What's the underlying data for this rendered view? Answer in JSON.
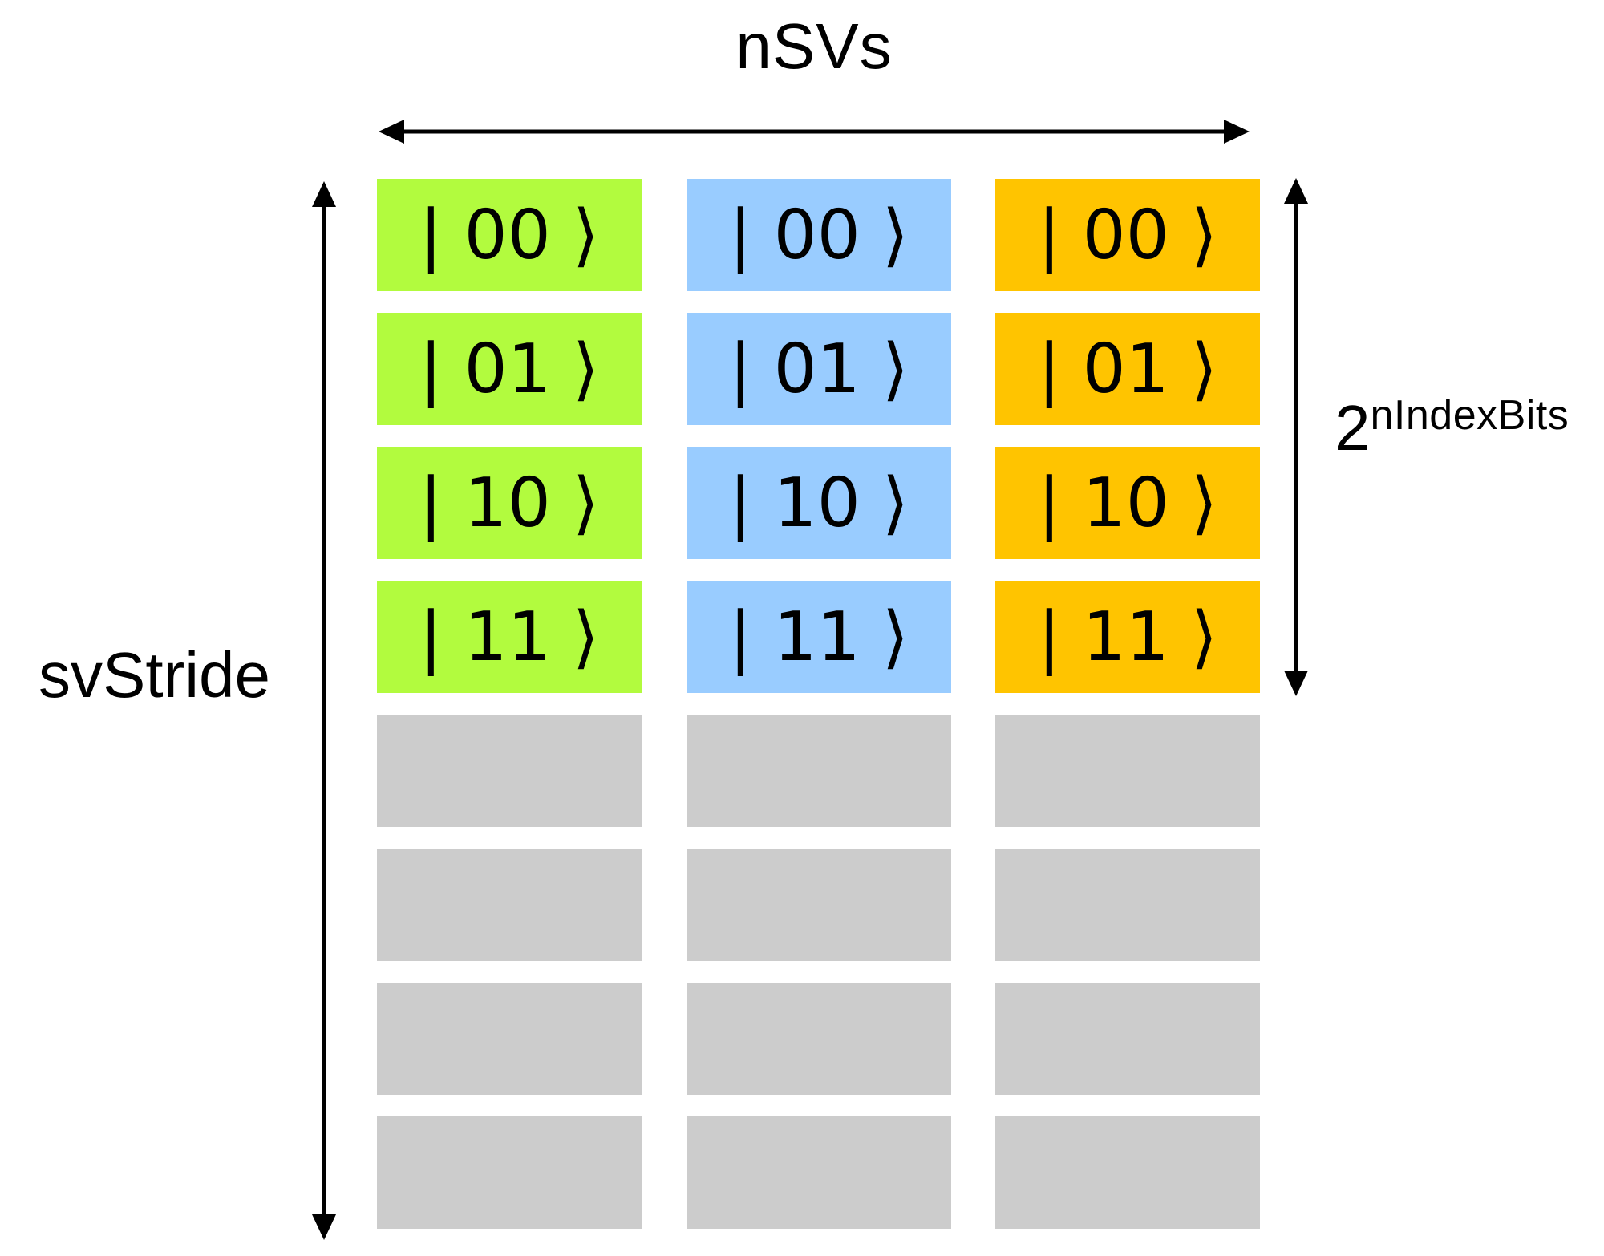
{
  "diagram": {
    "title": "nSVs",
    "stride_label": "svStride",
    "index_label": {
      "base": "2",
      "superscript": "nIndexBits"
    },
    "colors": {
      "green": "#B2FB3E",
      "blue": "#99CCFF",
      "orange": "#FFC400",
      "gray": "#CCCCCC",
      "ink": "#000000",
      "background": "#FFFFFF"
    },
    "state_vectors": [
      {
        "id": "sv-1",
        "color_key": "green",
        "basis_states": [
          "| 00 ⟩",
          "| 01 ⟩",
          "| 10 ⟩",
          "| 11 ⟩"
        ]
      },
      {
        "id": "sv-2",
        "color_key": "blue",
        "basis_states": [
          "| 00 ⟩",
          "| 01 ⟩",
          "| 10 ⟩",
          "| 11 ⟩"
        ]
      },
      {
        "id": "sv-3",
        "color_key": "orange",
        "basis_states": [
          "| 00 ⟩",
          "| 01 ⟩",
          "| 10 ⟩",
          "| 11 ⟩"
        ]
      }
    ],
    "empty_cells_per_column": 4
  }
}
